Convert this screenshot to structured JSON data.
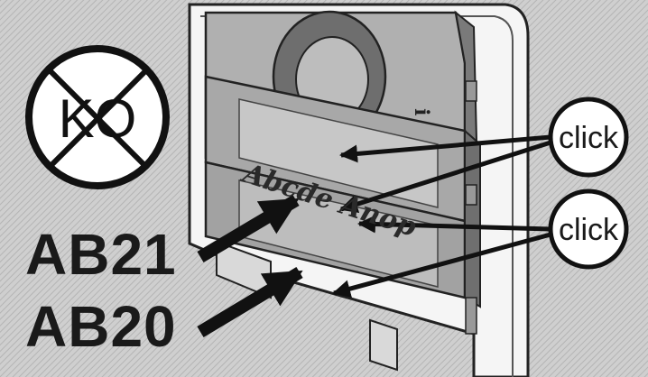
{
  "forbidden_symbol": {
    "text": "KO"
  },
  "codes": {
    "top": "AB21",
    "bottom": "AB20"
  },
  "callouts": {
    "top": "click",
    "bottom": "click"
  },
  "nameplate": {
    "text": "Abcde Anop"
  },
  "colors": {
    "background_hatch": "#c9c9c9",
    "panel": "#b5b5b5",
    "panel_dark": "#8f8f8f",
    "frame": "#f4f4f4",
    "ink": "#111111"
  }
}
